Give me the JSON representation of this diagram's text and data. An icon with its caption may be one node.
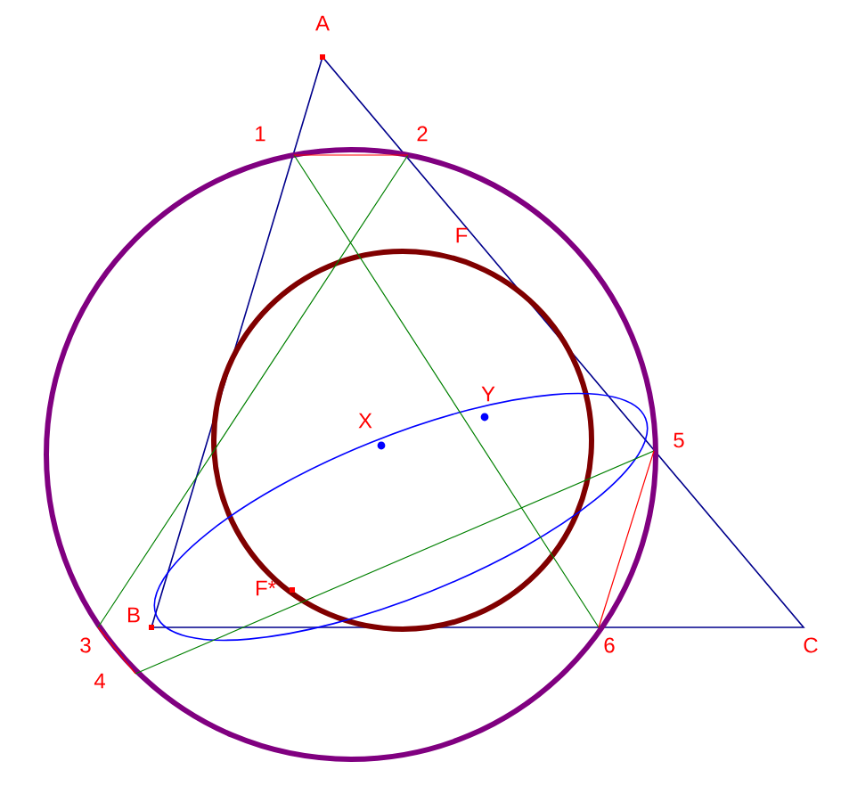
{
  "diagram": {
    "labels": [
      "A",
      "1",
      "2",
      "F",
      "X",
      "Y",
      "5",
      "F*",
      "B",
      "3",
      "4",
      "6",
      "C"
    ]
  }
}
